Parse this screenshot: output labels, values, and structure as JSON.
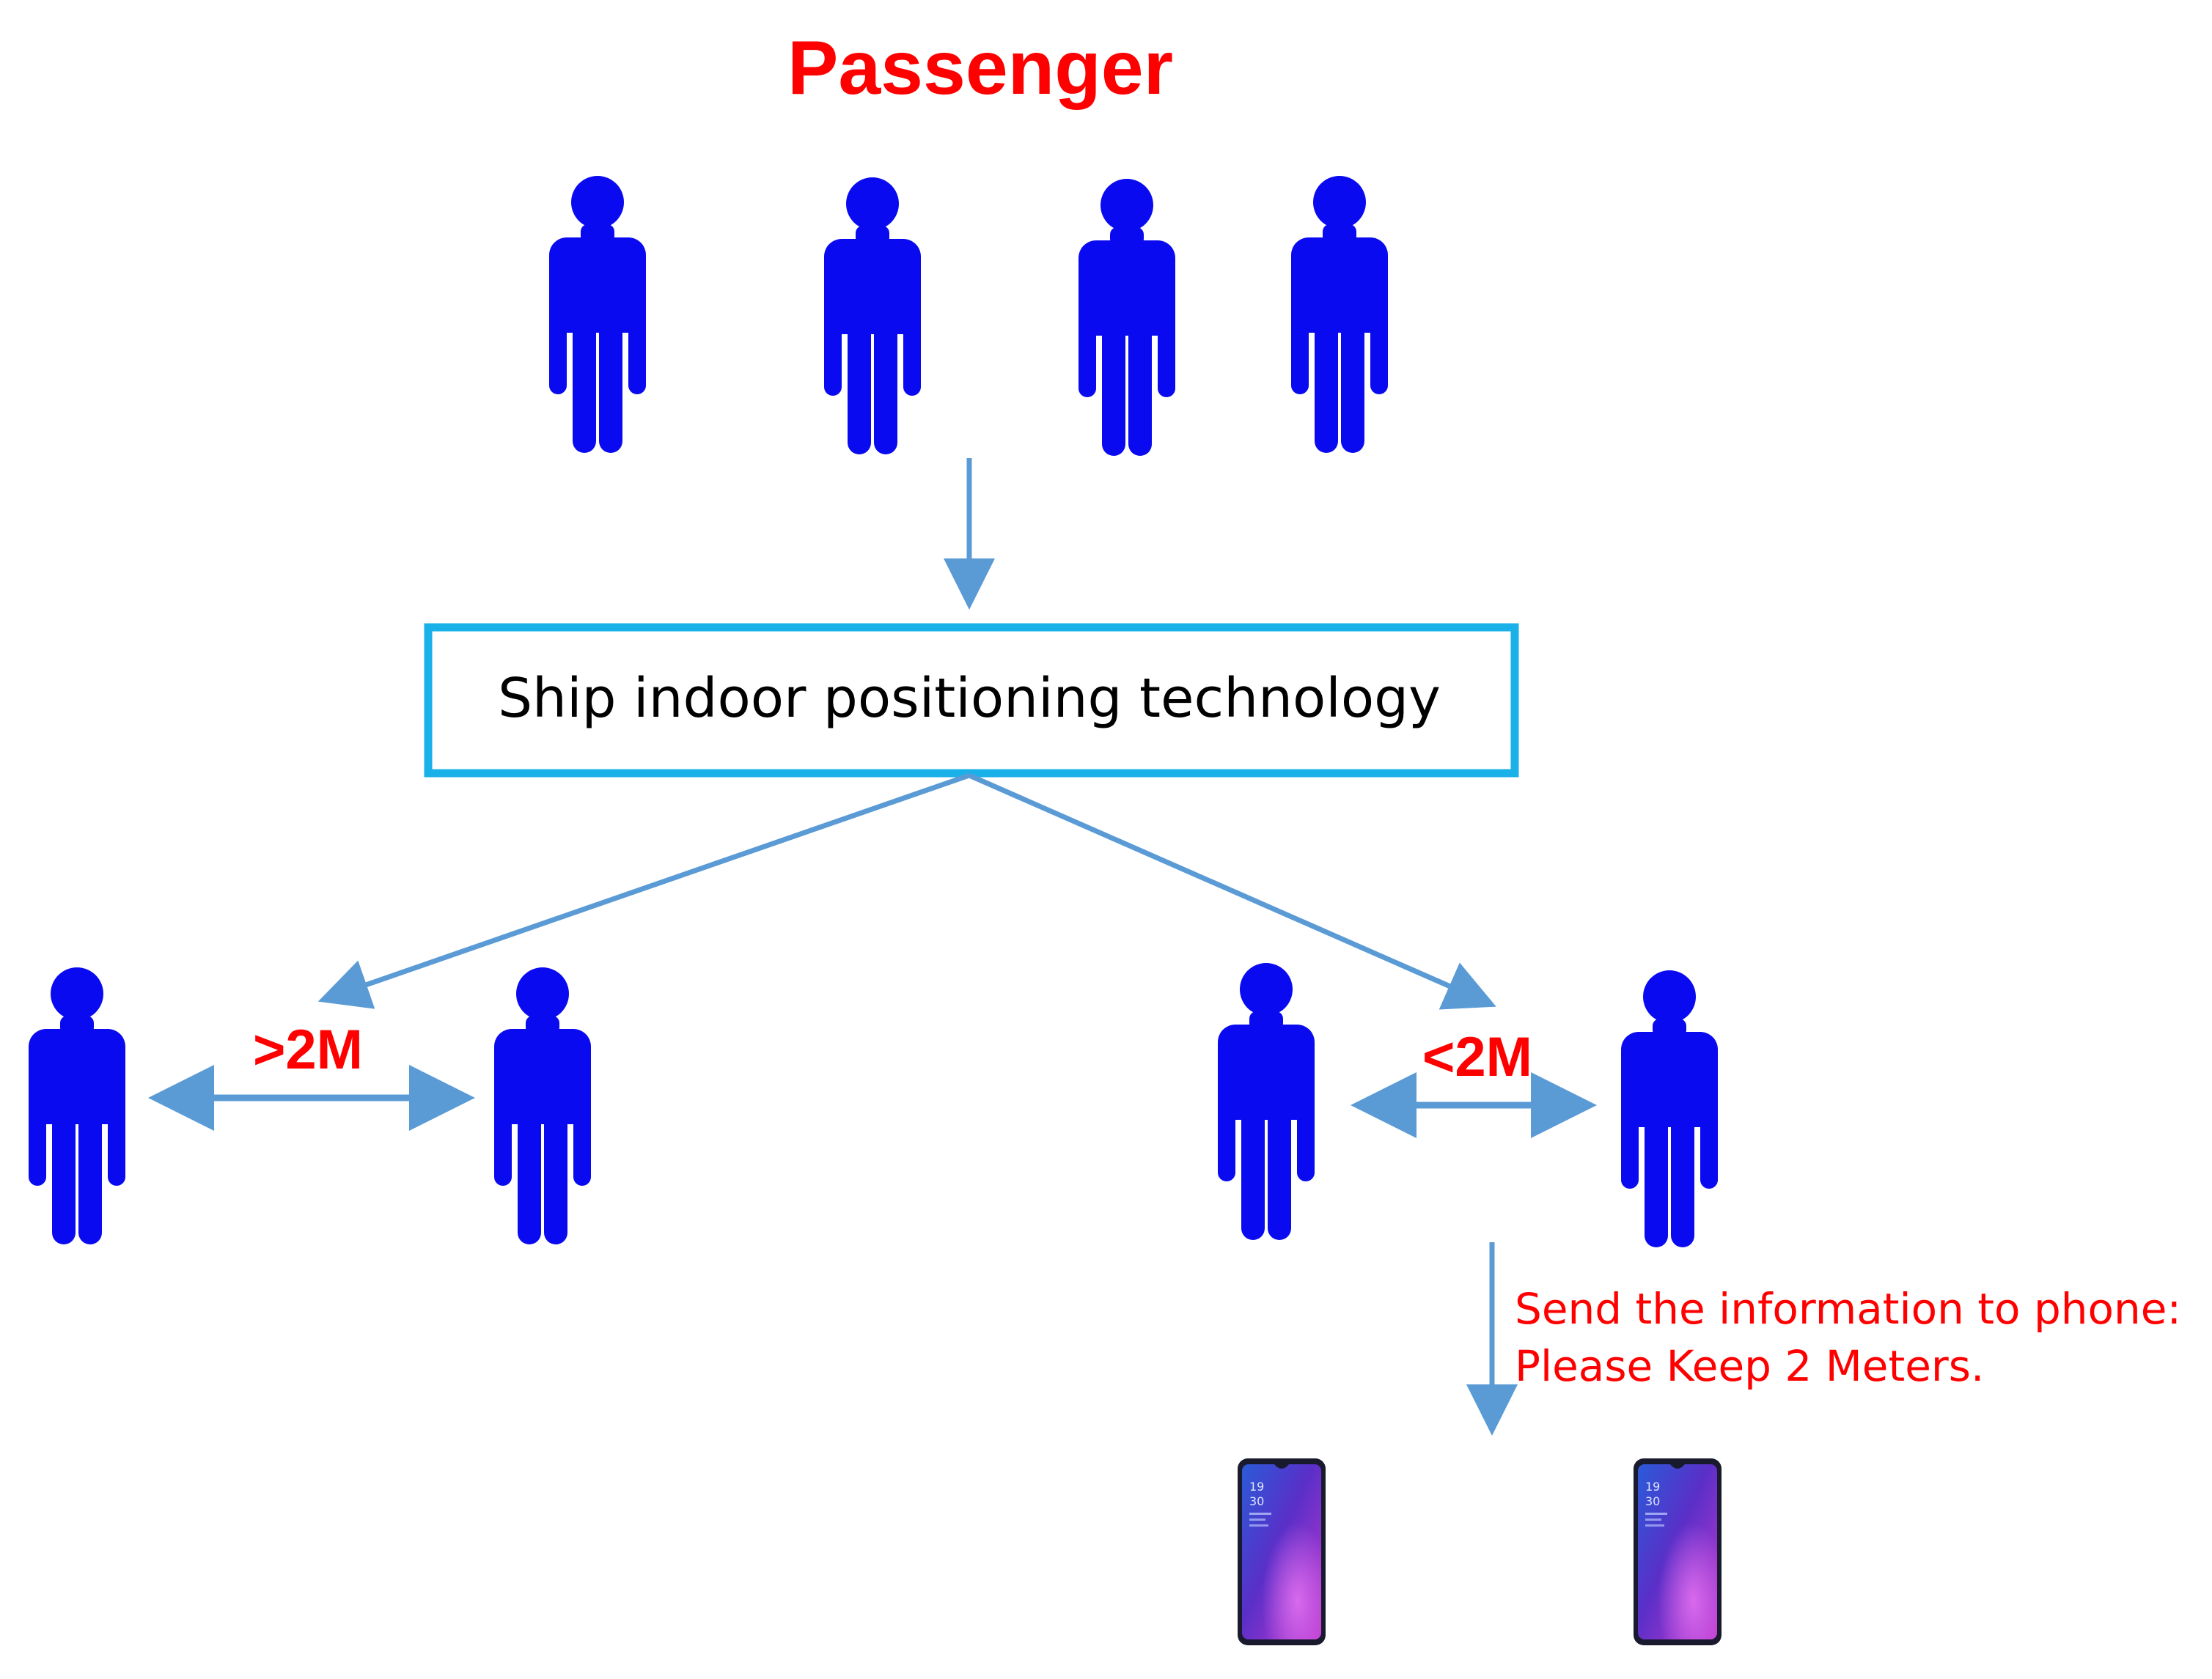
{
  "title": "Passenger",
  "process_box": {
    "label": "Ship indoor positioning technology"
  },
  "distances": {
    "far": ">2M",
    "near": "<2M"
  },
  "notification": {
    "line1": "Send the information to phone:",
    "line2": "Please Keep 2 Meters."
  },
  "phone_screen": {
    "time_hour": "19",
    "time_min": "30"
  },
  "colors": {
    "title": "#ff0000",
    "person": "#0a0af0",
    "box_border": "#1ab0e8",
    "arrow": "#5b9bd5",
    "label": "#ff0000",
    "note": "#ff0000"
  },
  "icons": {
    "person": "person-icon",
    "phone": "smartphone-icon"
  }
}
